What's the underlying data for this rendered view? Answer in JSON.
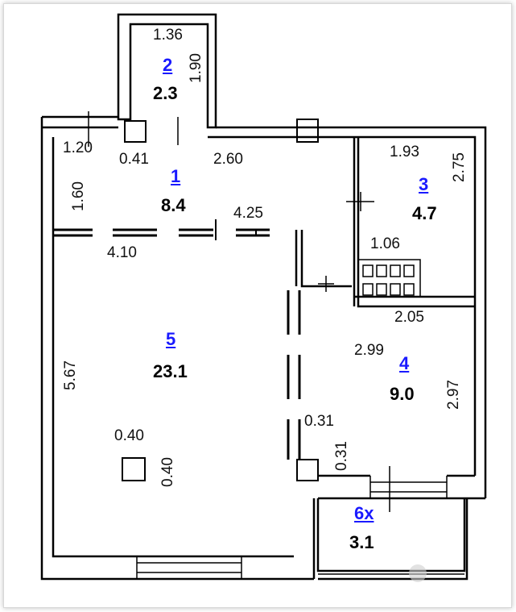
{
  "rooms": [
    {
      "id": "1",
      "number": "1",
      "area": "8.4"
    },
    {
      "id": "2",
      "number": "2",
      "area": "2.3"
    },
    {
      "id": "3",
      "number": "3",
      "area": "4.7"
    },
    {
      "id": "4",
      "number": "4",
      "area": "9.0"
    },
    {
      "id": "5",
      "number": "5",
      "area": "23.1"
    },
    {
      "id": "6x",
      "number": "6х",
      "area": "3.1"
    }
  ],
  "dimensions": {
    "d_1_36": "1.36",
    "d_1_90": "1.90",
    "d_1_20": "1.20",
    "d_0_41": "0.41",
    "d_2_60": "2.60",
    "d_1_93": "1.93",
    "d_2_75": "2.75",
    "d_1_60": "1.60",
    "d_4_25": "4.25",
    "d_1_06": "1.06",
    "d_4_10": "4.10",
    "d_2_05": "2.05",
    "d_2_99": "2.99",
    "d_5_67": "5.67",
    "d_2_97": "2.97",
    "d_0_31_h": "0.31",
    "d_0_31_v": "0.31",
    "d_0_40_h": "0.40",
    "d_0_40_v": "0.40"
  },
  "colors": {
    "wall": "#000000",
    "room_number": "#1a1aff",
    "text": "#111111"
  }
}
